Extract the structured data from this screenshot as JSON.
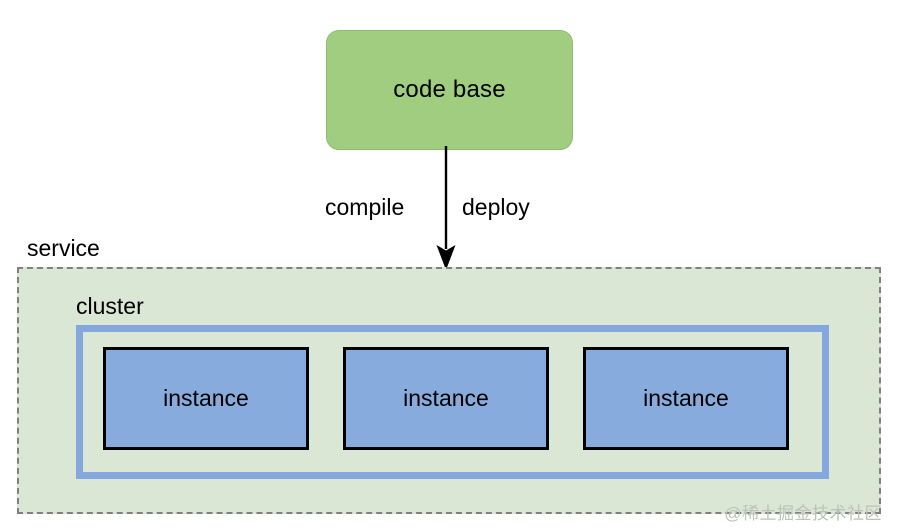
{
  "diagram": {
    "code_base": {
      "label": "code base",
      "fill": "#a0cd80",
      "stroke": "#8ebd6d"
    },
    "edge": {
      "left_label": "compile",
      "right_label": "deploy",
      "color": "#000000"
    },
    "service": {
      "label": "service",
      "fill": "#dae7d4",
      "border_color": "#808080",
      "border_style": "dashed"
    },
    "cluster": {
      "label": "cluster",
      "fill": "#dae7d4",
      "border_color": "#84a7dd"
    },
    "instances": [
      {
        "label": "instance"
      },
      {
        "label": "instance"
      },
      {
        "label": "instance"
      }
    ],
    "instance_style": {
      "fill": "#88abdd",
      "stroke": "#000000"
    }
  },
  "watermark": {
    "text": "@稀土掘金技术社区",
    "color": "#b9c4b6"
  }
}
